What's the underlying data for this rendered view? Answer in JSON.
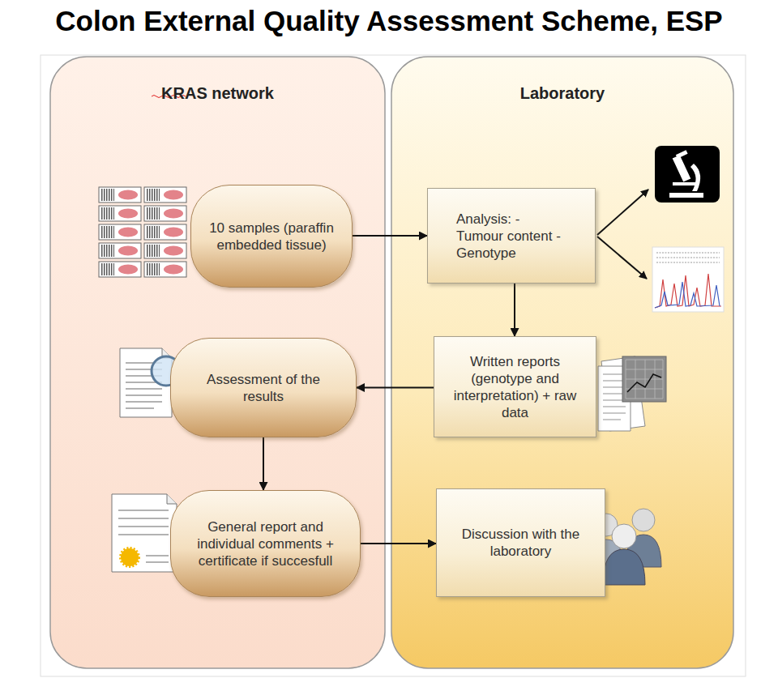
{
  "diagram": {
    "title": "Colon External Quality Assessment Scheme, ESP",
    "nodes": [
      {
        "text": [
          "KRAS network"
        ]
      },
      {
        "text": [
          "Laboratory"
        ]
      },
      {
        "text": [
          "10 samples (paraffin embedded tissue)"
        ],
        "in": 0
      },
      {
        "text": [
          "Analysis: -Tumour content - Genotype"
        ],
        "in": 1
      },
      {
        "text": [
          "Written reports (genotype and interpretation) + raw data"
        ],
        "in": 1
      },
      {
        "text": [
          "Assessment of the results"
        ],
        "in": 0
      },
      {
        "text": [
          "General report and individual comments + certificate if succesfull"
        ],
        "in": 0
      },
      {
        "text": [
          "Discussion with the laboratory"
        ],
        "in": 1
      }
    ],
    "edges": [
      {
        "from": 2,
        "to": 3,
        "arrow": "to"
      },
      {
        "from": 3,
        "to": 4,
        "arrow": "to"
      },
      {
        "from": 4,
        "to": 5,
        "arrow": "to"
      },
      {
        "from": 5,
        "to": 6,
        "arrow": "to"
      },
      {
        "from": 6,
        "to": 7,
        "arrow": "to"
      }
    ]
  }
}
